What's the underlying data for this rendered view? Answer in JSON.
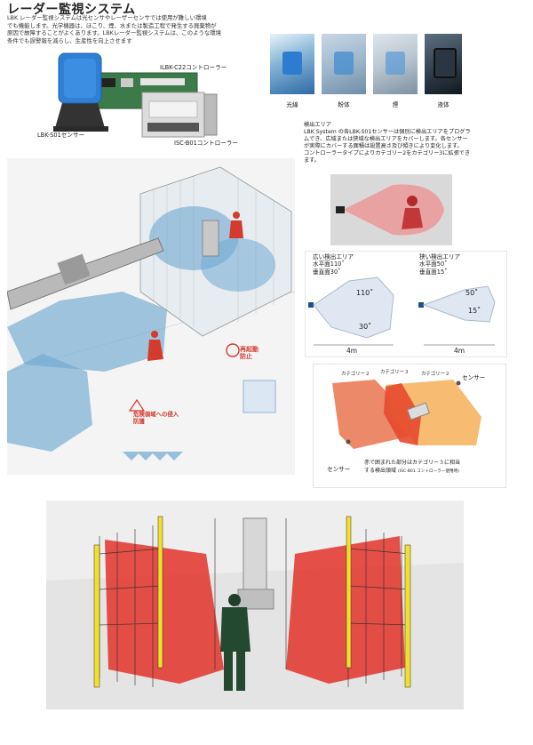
{
  "title": "レーダー監視システム",
  "intro": [
    "LBK レーダー監視システムは光センサやレーザーセンサでは使用が難しい環境",
    "でも機能します。光学機器は、ほこり、煙、水または製造工程で発生する廃棄物が",
    "原因で故障することがよくあります。LBKレーダー監視システムは、このような環境",
    "条件でも誤警報を減らし、生産性を向上させます"
  ],
  "products": {
    "controller_c22": "ILBK-C22コントローラー",
    "sensor_s01": "LBK-S01センサー",
    "controller_b01": "ISC-B01コントローラー"
  },
  "conditions": [
    "光線",
    "粉体",
    "煙",
    "液体"
  ],
  "detection_area": {
    "heading": "検出エリア",
    "text": [
      "LBK System の各LBK-S01センサーは個別に検出エリアをプログラ",
      "ムでき、広域または狭域な検出エリアをカバーします。各センサー",
      "が実際にカバーする面積は設置高さ及び傾きにより変化します。",
      "コントローラータイプによりカテゴリー2をカテゴリー3に拡張でき",
      "ます。"
    ]
  },
  "wide_area": {
    "title": "広い検出エリア",
    "horizontal": "水平面110˚",
    "vertical": "垂直面30˚",
    "angle_h": "110˚",
    "angle_v": "30˚",
    "distance": "4m"
  },
  "narrow_area": {
    "title": "狭い検出エリア",
    "horizontal": "水平面50˚",
    "vertical": "垂直面15˚",
    "angle_h": "50˚",
    "angle_v": "15˚",
    "distance": "4m"
  },
  "categories": {
    "cat2_left": "カテゴリー２",
    "cat3": "カテゴリー３",
    "cat2_right": "カテゴリー２",
    "sensor_top": "センサー",
    "sensor_bottom": "センサー",
    "note_line1": "赤で囲まれた部分はカテゴリー３に相当",
    "note_line2": "する検出領域",
    "note_small": "(ISC-B01 コントローラー使用時)"
  },
  "factory_signs": {
    "restart_title": "再起動",
    "restart_sub": "防止",
    "danger_title": "危険領域への侵入",
    "danger_sub": "防護"
  },
  "colors": {
    "radar_blue": "#6fa9d1",
    "cat_red": "#e9744f",
    "cat_orange": "#f6b462",
    "fence_yellow": "#f2df2b",
    "red_zone": "#e2231a"
  }
}
